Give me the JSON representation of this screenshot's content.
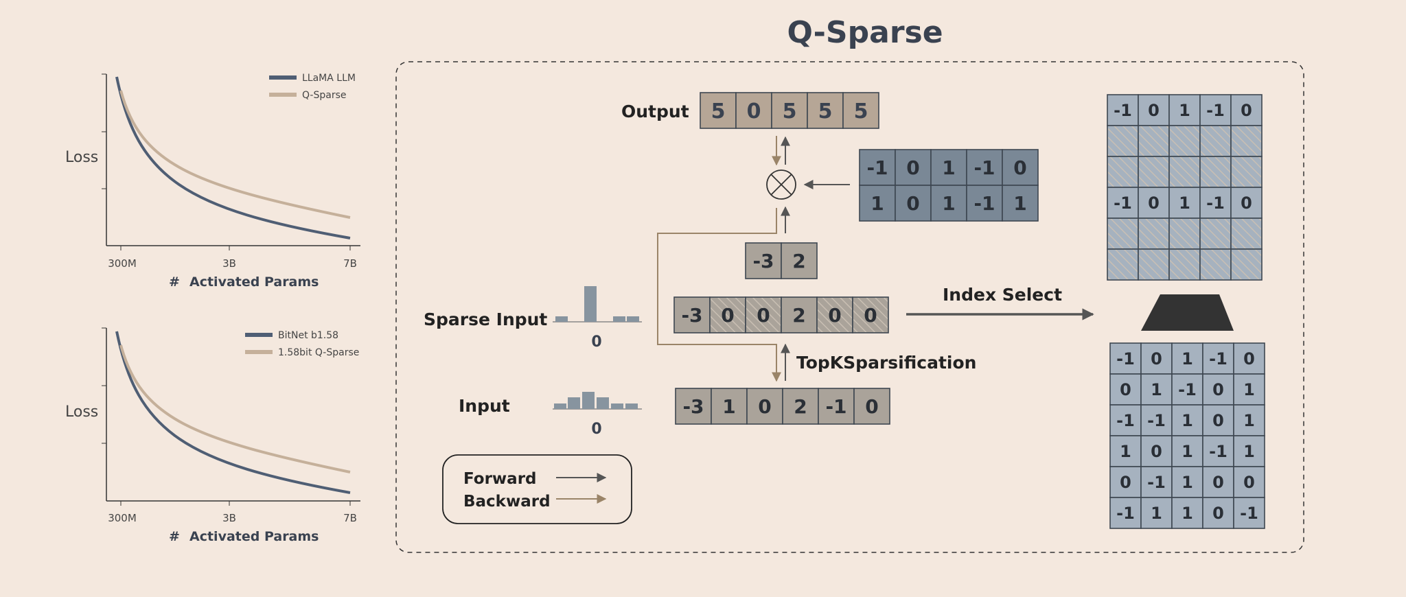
{
  "title": "Q-Sparse",
  "colors": {
    "background": "#f4e8de",
    "dark_blue": "#4f5e74",
    "tan": "#c5b09a",
    "grid_dark": "#7a8896",
    "grid_light": "#a6b2bf",
    "cell_tan": "#b6a696",
    "cell_grey": "#aaa39a",
    "arrow_forward": "#555555",
    "arrow_backward": "#9a8468"
  },
  "charts": [
    {
      "ylabel": "Loss",
      "xlabel_hash": "#",
      "xlabel": "Activated Params",
      "ticks": [
        "300M",
        "3B",
        "7B"
      ],
      "legend": [
        "LLaMA LLM",
        "Q-Sparse"
      ]
    },
    {
      "ylabel": "Loss",
      "xlabel_hash": "#",
      "xlabel": "Activated Params",
      "ticks": [
        "300M",
        "3B",
        "7B"
      ],
      "legend": [
        "BitNet b1.58",
        "1.58bit Q-Sparse"
      ]
    }
  ],
  "chart_data": [
    {
      "type": "line",
      "x_ticks": [
        "300M",
        "3B",
        "7B"
      ],
      "ylabel": "Loss",
      "xlabel": "# Activated Params",
      "series": [
        {
          "name": "LLaMA LLM",
          "color": "#4f5e74"
        },
        {
          "name": "Q-Sparse",
          "color": "#c5b09a"
        }
      ]
    },
    {
      "type": "line",
      "x_ticks": [
        "300M",
        "3B",
        "7B"
      ],
      "ylabel": "Loss",
      "xlabel": "# Activated Params",
      "series": [
        {
          "name": "BitNet b1.58",
          "color": "#4f5e74"
        },
        {
          "name": "1.58bit Q-Sparse",
          "color": "#c5b09a"
        }
      ]
    }
  ],
  "labels": {
    "output": "Output",
    "sparse_input": "Sparse Input",
    "input": "Input",
    "topk": "TopKSparsification",
    "index_select": "Index Select",
    "hist_zero": "0"
  },
  "legend": {
    "forward": "Forward",
    "backward": "Backward"
  },
  "vectors": {
    "output": [
      "5",
      "0",
      "5",
      "5",
      "5"
    ],
    "selected": [
      "-3",
      "2"
    ],
    "sparse": [
      "-3",
      "0",
      "0",
      "2",
      "0",
      "0"
    ],
    "input": [
      "-3",
      "1",
      "0",
      "2",
      "-1",
      "0"
    ]
  },
  "sparse_hatched": [
    false,
    true,
    true,
    false,
    true,
    true
  ],
  "matrices": {
    "small": [
      [
        "-1",
        "0",
        "1",
        "-1",
        "0"
      ],
      [
        "1",
        "0",
        "1",
        "-1",
        "1"
      ]
    ],
    "right_top": [
      [
        "-1",
        "0",
        "1",
        "-1",
        "0"
      ],
      null,
      null,
      [
        "-1",
        "0",
        "1",
        "-1",
        "0"
      ],
      null,
      null
    ],
    "right_bottom": [
      [
        "-1",
        "0",
        "1",
        "-1",
        "0"
      ],
      [
        "0",
        "1",
        "-1",
        "0",
        "1"
      ],
      [
        "-1",
        "-1",
        "1",
        "0",
        "1"
      ],
      [
        "1",
        "0",
        "1",
        "-1",
        "1"
      ],
      [
        "0",
        "-1",
        "1",
        "0",
        "0"
      ],
      [
        "-1",
        "1",
        "1",
        "0",
        "-1"
      ]
    ]
  }
}
